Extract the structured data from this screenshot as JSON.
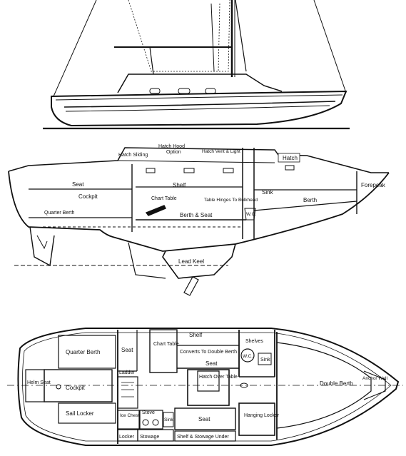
{
  "drawing": {
    "profile_labels": {
      "hatch": "Hatch",
      "hatch_hood": "Hatch Hood",
      "option": "Option",
      "hatch_sliding": "Hatch Sliding",
      "hatch_vent_light": "Hatch Vent & Light",
      "seat": "Seat",
      "shelf": "Shelf",
      "forepeak": "Forepeak",
      "cockpit": "Cockpit",
      "chart_table": "Chart Table",
      "table_hinges": "Table Hinges To Bulkhead",
      "sink": "Sink",
      "berth": "Berth",
      "quarter_berth": "Quarter Berth",
      "berth_seat": "Berth & Seat",
      "wc": "W.C.",
      "lead_keel": "Lead Keel"
    },
    "plan_labels": {
      "quarter_berth": "Quarter Berth",
      "seat_aft": "Seat",
      "chart_table": "Chart Table",
      "shelf": "Shelf",
      "shelves": "Shelves",
      "converts": "Converts To Double Berth",
      "wc": "W.C.",
      "sink": "Sink",
      "seat_mid": "Seat",
      "helm_seat": "Helm Seat",
      "cockpit": "Cockpit",
      "ladder": "Ladder",
      "hatch_over_table": "Hatch Over Table",
      "double_berth": "Double Berth",
      "anchor_well": "Anchor Well",
      "sail_locker": "Sail Locker",
      "ice_chest": "Ice Chest",
      "stove": "Stove",
      "sink_galley": "Sink",
      "seat_fwd": "Seat",
      "hanging_locker": "Hanging Locker",
      "locker": "Locker",
      "stowage": "Stowage",
      "shelf_stowage": "Shelf & Stowage Under"
    }
  }
}
